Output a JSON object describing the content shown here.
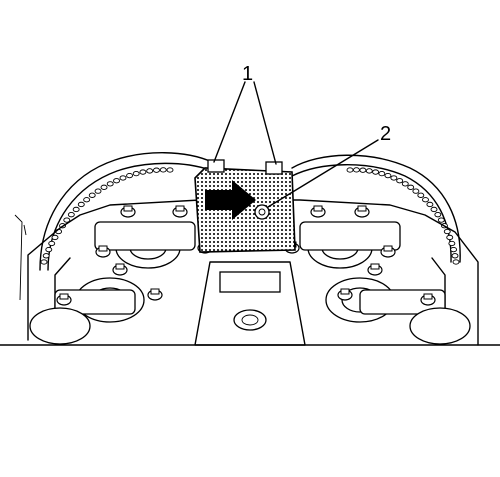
{
  "figure": {
    "callouts": [
      {
        "label": "1",
        "target": "tensioner-tool-guide-pins"
      },
      {
        "label": "2",
        "target": "locking-bolt"
      }
    ],
    "arrow_direction": "right"
  }
}
